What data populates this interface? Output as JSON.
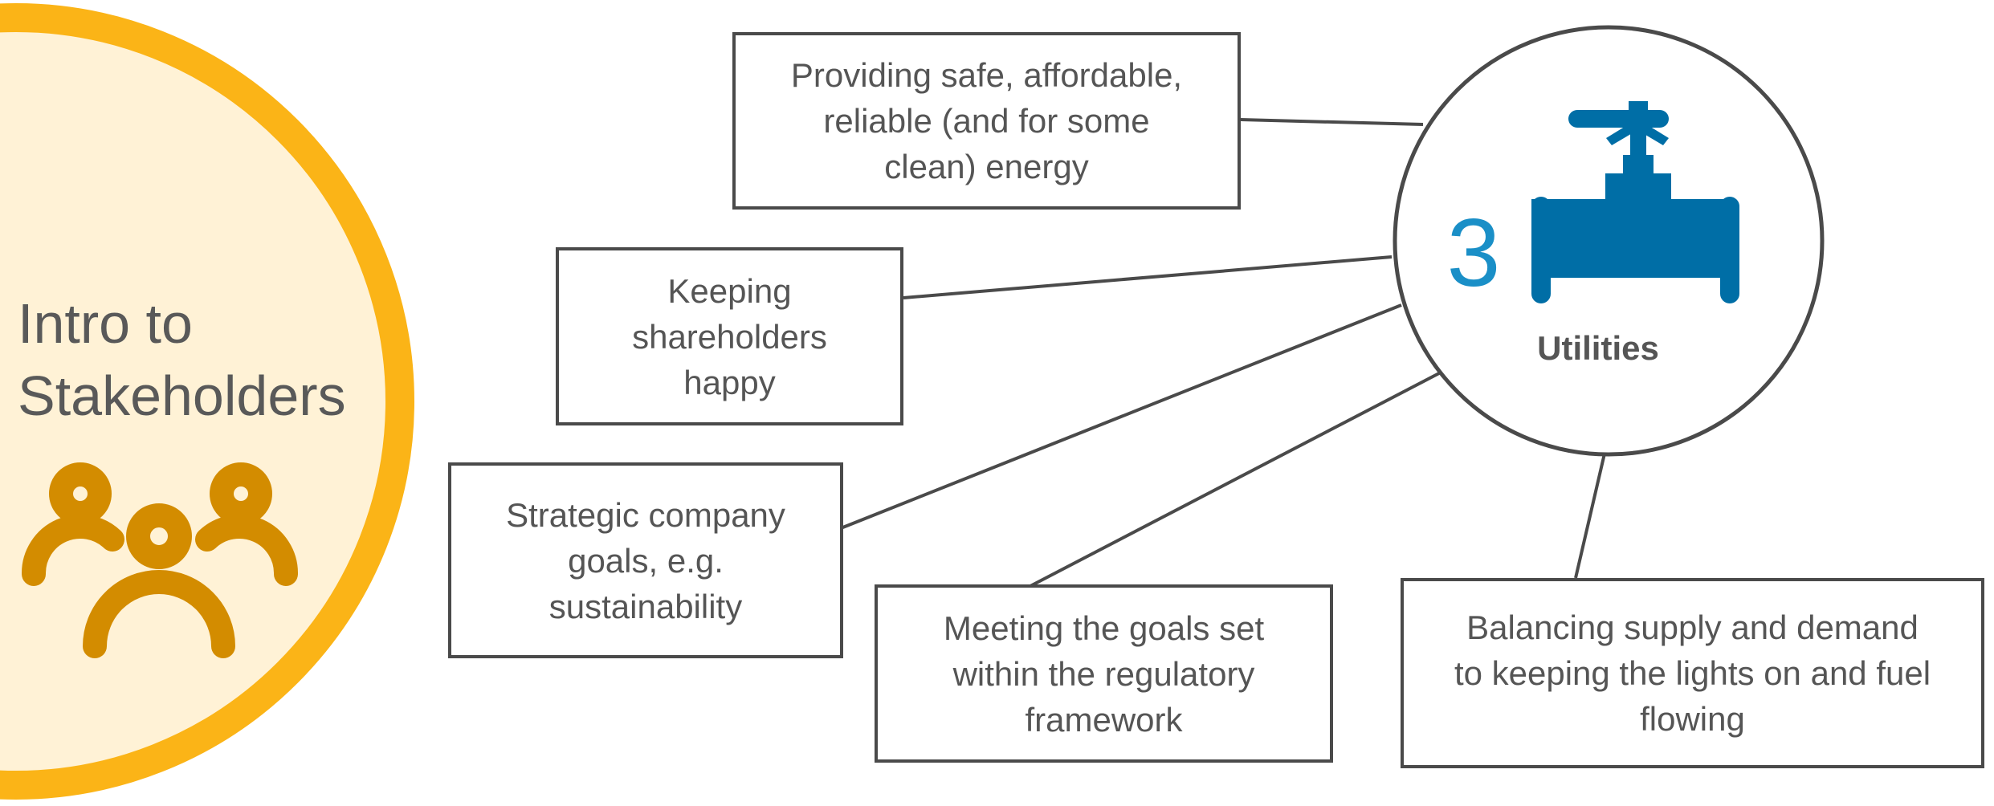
{
  "side_panel": {
    "title_lines": [
      "Intro to",
      "Stakeholders"
    ],
    "icon": "people-group-icon",
    "colors": {
      "ring": "#fbb417",
      "fill": "#fff2d6",
      "icon": "#d38c00"
    }
  },
  "hub": {
    "number": "3",
    "label": "Utilities",
    "icon": "pipe-valve-icon",
    "colors": {
      "number": "#1a8fc7",
      "icon": "#006ea6",
      "border": "#4a4a4a"
    }
  },
  "boxes": [
    {
      "id": "energy",
      "lines": [
        "Providing safe, affordable,",
        "reliable (and for some",
        "clean) energy"
      ]
    },
    {
      "id": "shareholders",
      "lines": [
        "Keeping",
        "shareholders",
        "happy"
      ]
    },
    {
      "id": "strategic",
      "lines": [
        "Strategic company",
        "goals, e.g.",
        "sustainability"
      ]
    },
    {
      "id": "regulatory",
      "lines": [
        "Meeting the goals set",
        "within the regulatory",
        "framework"
      ]
    },
    {
      "id": "balancing",
      "lines": [
        "Balancing supply and demand",
        "to keeping the lights on and fuel",
        "flowing"
      ]
    }
  ]
}
